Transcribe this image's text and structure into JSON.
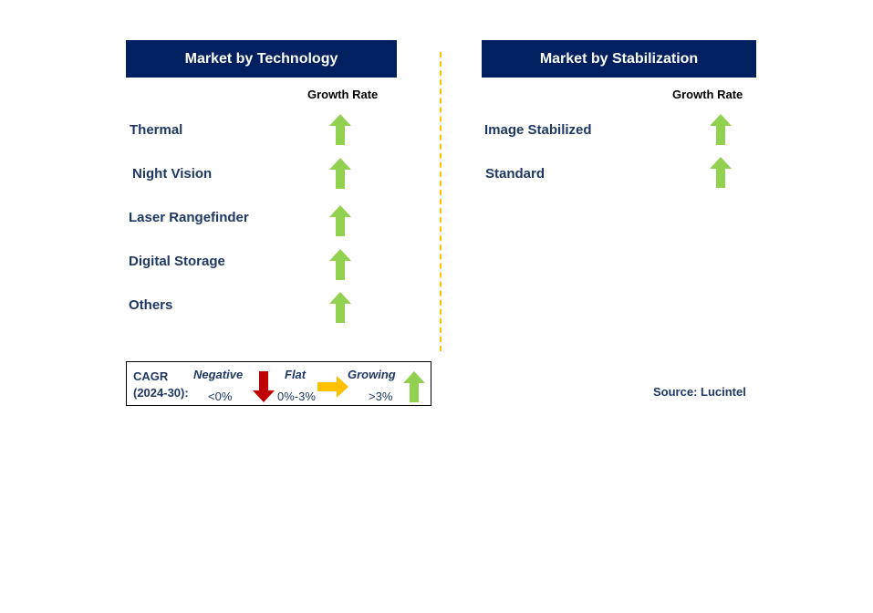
{
  "colors": {
    "header_bg": "#002060",
    "text_navy": "#1f3864",
    "arrow_up": "#92d050",
    "arrow_down": "#c00000",
    "arrow_flat": "#ffc000",
    "divider": "#ffc000"
  },
  "technology": {
    "title": "Market by Technology",
    "column_label": "Growth Rate",
    "items": [
      {
        "label": "Thermal",
        "trend": "up"
      },
      {
        "label": "Night Vision",
        "trend": "up"
      },
      {
        "label": "Laser Rangefinder",
        "trend": "up"
      },
      {
        "label": "Digital Storage",
        "trend": "up"
      },
      {
        "label": "Others",
        "trend": "up"
      }
    ]
  },
  "stabilization": {
    "title": "Market by Stabilization",
    "column_label": "Growth Rate",
    "items": [
      {
        "label": "Image Stabilized",
        "trend": "up"
      },
      {
        "label": "Standard",
        "trend": "up"
      }
    ]
  },
  "legend": {
    "cagr_label": "CAGR",
    "period_label": "(2024-30):",
    "negative_label": "Negative",
    "negative_range": "<0%",
    "flat_label": "Flat",
    "flat_range": "0%-3%",
    "growing_label": "Growing",
    "growing_range": ">3%",
    "icons": [
      "arrow-down-icon",
      "arrow-right-icon",
      "arrow-up-icon"
    ]
  },
  "source": "Source: Lucintel"
}
